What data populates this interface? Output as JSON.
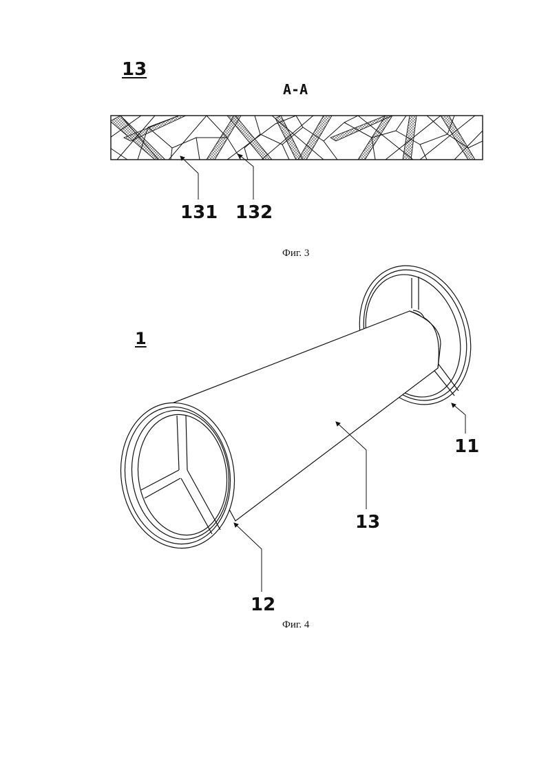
{
  "fig3": {
    "ref_label": "13",
    "section_label": "А-А",
    "callouts": [
      "131",
      "132"
    ],
    "caption": "Фиг. 3"
  },
  "fig4": {
    "ref_label": "1",
    "callouts": [
      "11",
      "12",
      "13"
    ],
    "caption": "Фиг. 4"
  },
  "style": {
    "line_color": "#111111",
    "hatch_color": "#555555"
  }
}
